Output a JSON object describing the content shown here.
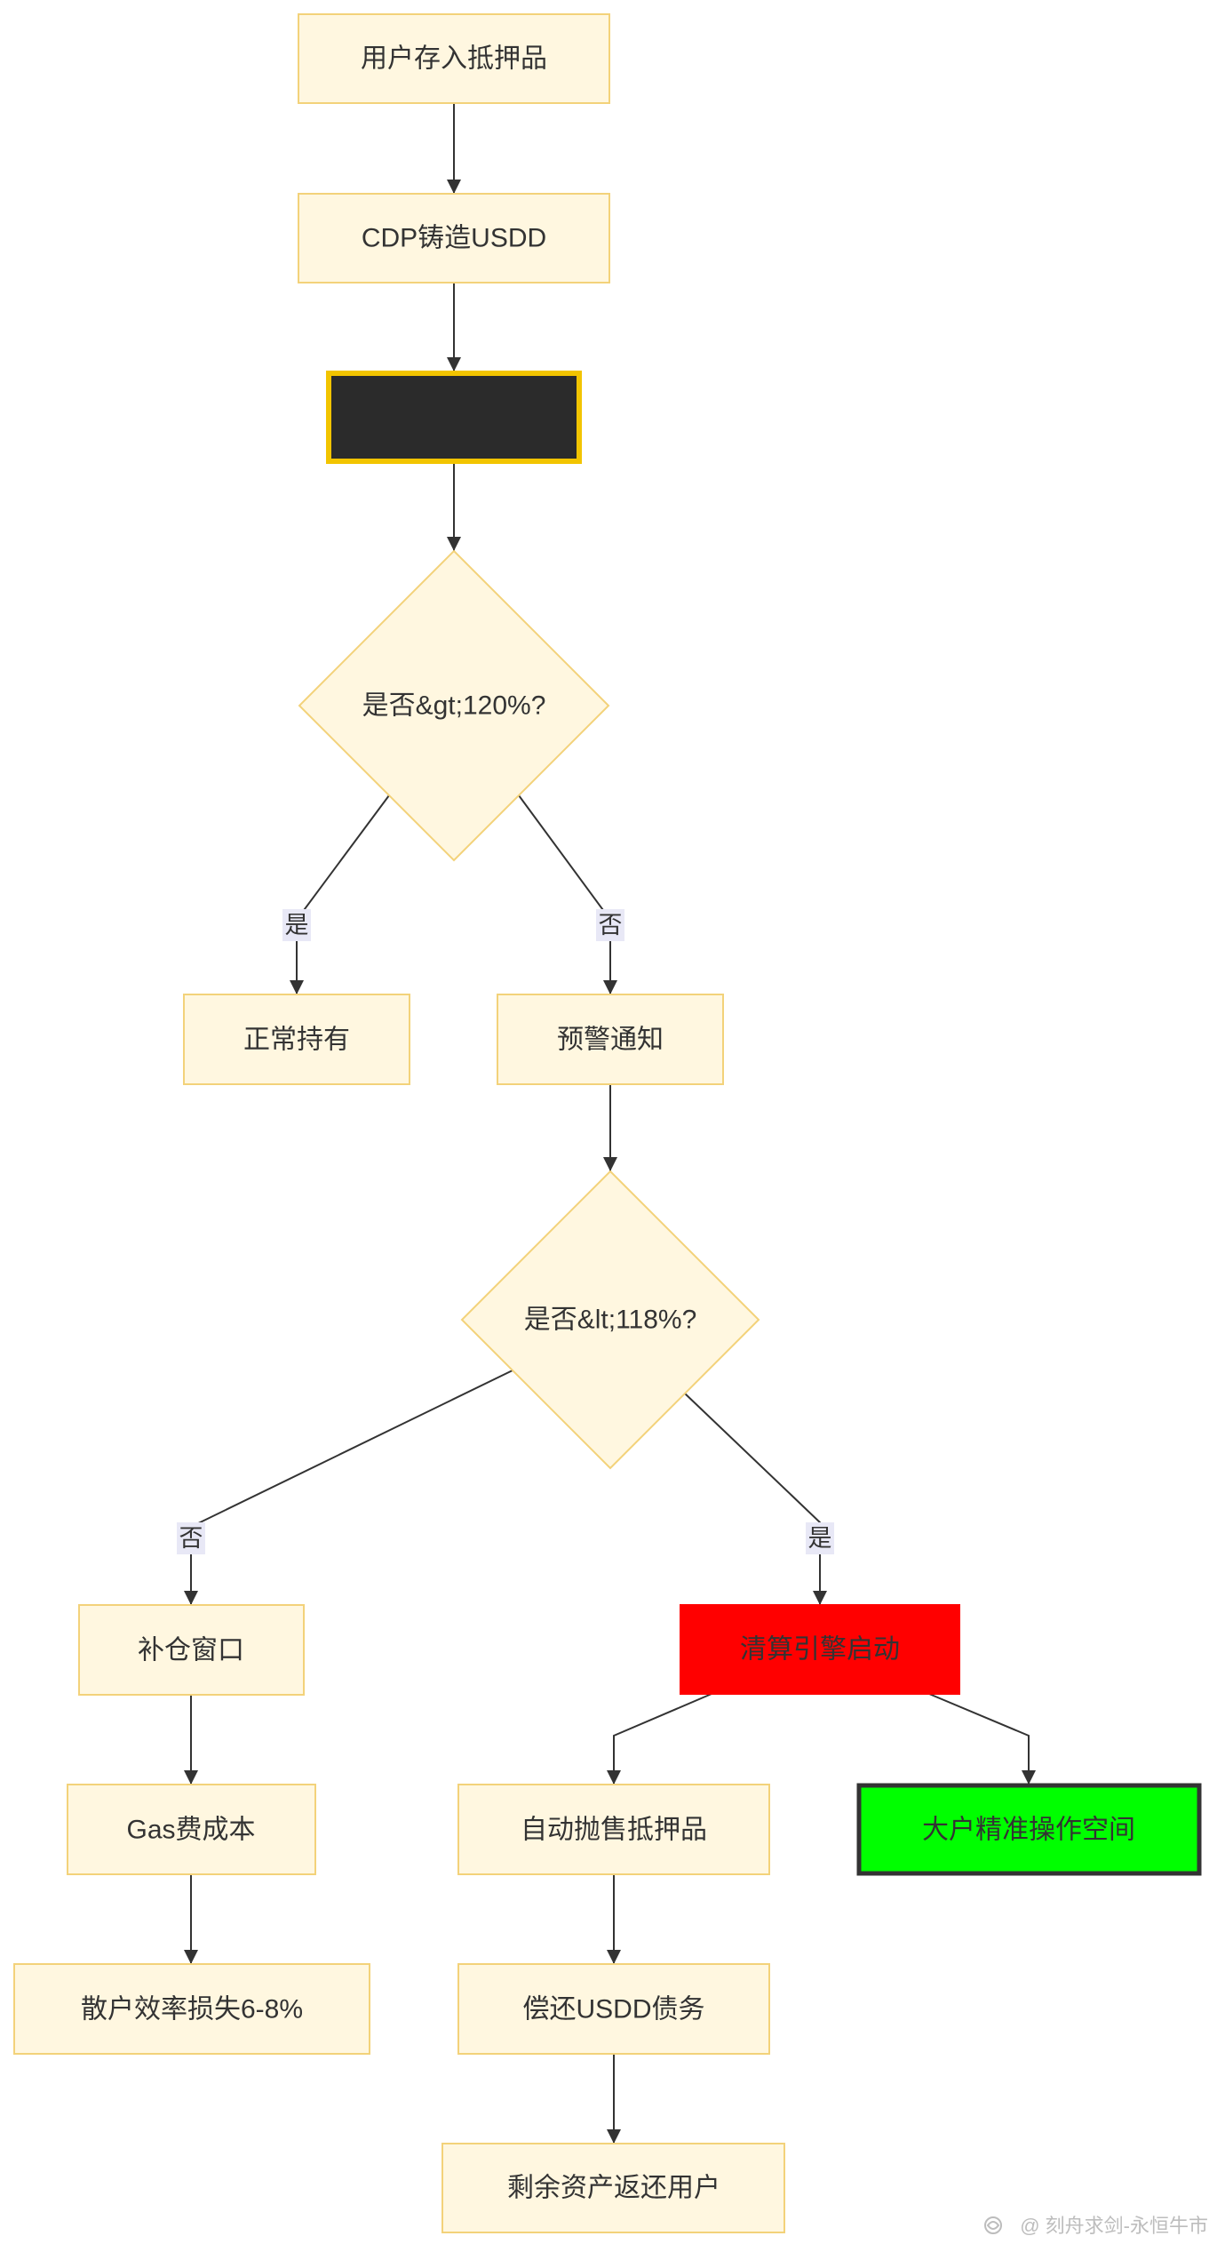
{
  "colors": {
    "node_fill": "#fff7e0",
    "node_stroke": "#f3d27a",
    "dark_fill": "#2b2b2b",
    "dark_stroke": "#f2c400",
    "red_fill": "#ff0000",
    "green_fill": "#00ff00",
    "green_stroke": "#333333",
    "text_color": "#333333",
    "edge_color": "#333333",
    "edge_label_bg": "#e8e8f6",
    "watermark_color": "#bdbdbd"
  },
  "nodes": {
    "deposit": {
      "label": "用户存入抵押品"
    },
    "mint": {
      "label": "CDP铸造USDD"
    },
    "check_120": {
      "label": "是否&gt;120%?"
    },
    "hold": {
      "label": "正常持有"
    },
    "warning": {
      "label": "预警通知"
    },
    "check_118": {
      "label": "是否&lt;118%?"
    },
    "top_up": {
      "label": "补仓窗口"
    },
    "liquidation": {
      "label": "清算引擎启动"
    },
    "gas_cost": {
      "label": "Gas费成本"
    },
    "auto_sell": {
      "label": "自动抛售抵押品"
    },
    "whale_space": {
      "label": "大户精准操作空间"
    },
    "retail_loss": {
      "label": "散户效率损失6-8%"
    },
    "repay": {
      "label": "偿还USDD债务"
    },
    "return_assets": {
      "label": "剩余资产返还用户"
    }
  },
  "edges": {
    "check_120_yes": "是",
    "check_120_no": "否",
    "check_118_no": "否",
    "check_118_yes": "是"
  },
  "watermark": {
    "icon": "logo-icon",
    "text": "@ 刻舟求剑-永恒牛市"
  }
}
